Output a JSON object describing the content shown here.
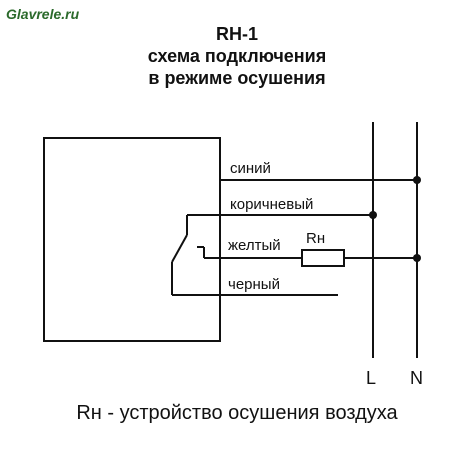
{
  "watermark": "Glavrele.ru",
  "title": {
    "line1": "RH-1",
    "line2": "схема подключения",
    "line3": "в режиме осушения"
  },
  "wires": {
    "blue": "синий",
    "brown": "коричневый",
    "yellow": "желтый",
    "black": "черный"
  },
  "resistor_label": "Rн",
  "bus": {
    "left": "L",
    "right": "N"
  },
  "caption": "Rн - устройство осушения воздуха"
}
